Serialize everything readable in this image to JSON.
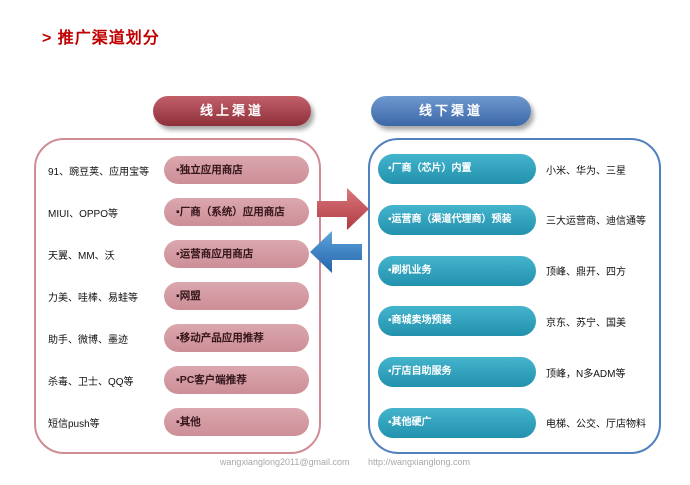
{
  "page": {
    "title": "> 推广渠道划分",
    "footer_email": "wangxianglong2011@gmail.com",
    "footer_url": "http://wangxianglong.com"
  },
  "online": {
    "header": "线上渠道",
    "rows": [
      {
        "label": "91、豌豆荚、应用宝等",
        "pill": "▪独立应用商店"
      },
      {
        "label": "MIUI、OPPO等",
        "pill": "▪厂商（系统）应用商店"
      },
      {
        "label": "天翼、MM、沃",
        "pill": "▪运营商应用商店"
      },
      {
        "label": "力美、哇棒、易蛙等",
        "pill": "▪网盟"
      },
      {
        "label": "助手、微博、墨迹",
        "pill": "▪移动产品应用推荐"
      },
      {
        "label": "杀毒、卫士、QQ等",
        "pill": "▪PC客户端推荐"
      },
      {
        "label": "短信push等",
        "pill": "▪其他"
      }
    ]
  },
  "offline": {
    "header": "线下渠道",
    "rows": [
      {
        "pill": "▪厂商（芯片）内置",
        "label": "小米、华为、三星"
      },
      {
        "pill": "▪运营商（渠道代理商）预装",
        "label": "三大运营商、迪信通等"
      },
      {
        "pill": "▪刷机业务",
        "label": "顶峰、鼎开、四方"
      },
      {
        "pill": "▪商城卖场预装",
        "label": "京东、苏宁、国美"
      },
      {
        "pill": "▪厅店自助服务",
        "label": "顶峰，N多ADM等"
      },
      {
        "pill": "▪其他硬广",
        "label": "电梯、公交、厅店物料"
      }
    ]
  },
  "colors": {
    "title_red": "#c00000",
    "online_header": "#9a3540",
    "offline_header": "#4f81bd",
    "online_pill": "#d39aa2",
    "offline_pill": "#2fa3bf",
    "arrow_red": "#c9545a",
    "arrow_blue": "#2f86c8"
  }
}
